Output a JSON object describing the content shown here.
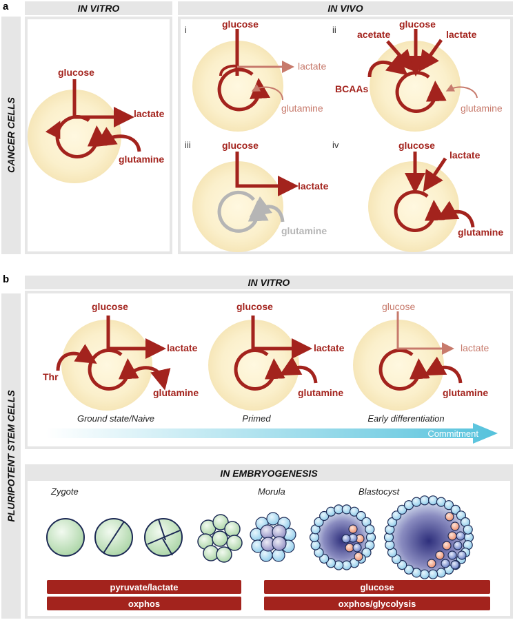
{
  "panel_a": {
    "letter": "a",
    "row_label": "CANCER CELLS",
    "in_vitro_header": "IN VITRO",
    "in_vivo_header": "IN VIVO",
    "in_vitro": {
      "glucose": "glucose",
      "lactate": "lactate",
      "glutamine": "glutamine"
    },
    "vivo_i": {
      "roman": "i",
      "glucose": "glucose",
      "lactate": "lactate",
      "glutamine": "glutamine"
    },
    "vivo_ii": {
      "roman": "ii",
      "acetate": "acetate",
      "glucose": "glucose",
      "lactate": "lactate",
      "bcaas": "BCAAs",
      "glutamine": "glutamine"
    },
    "vivo_iii": {
      "roman": "iii",
      "glucose": "glucose",
      "lactate": "lactate",
      "glutamine": "glutamine"
    },
    "vivo_iv": {
      "roman": "iv",
      "glucose": "glucose",
      "lactate": "lactate",
      "glutamine": "glutamine"
    }
  },
  "panel_b": {
    "letter": "b",
    "row_label": "PLURIPOTENT STEM CELLS",
    "in_vitro_header": "IN VITRO",
    "naive": {
      "glucose": "glucose",
      "lactate": "lactate",
      "thr": "Thr",
      "glutamine": "glutamine",
      "caption": "Ground state/Naive"
    },
    "primed": {
      "glucose": "glucose",
      "lactate": "lactate",
      "glutamine": "glutamine",
      "caption": "Primed"
    },
    "early": {
      "glucose": "glucose",
      "lactate": "lactate",
      "glutamine": "glutamine",
      "caption": "Early differentiation"
    },
    "commitment": "Commitment",
    "embryo_header": "IN EMBRYOGENESIS",
    "stages": {
      "zygote": "Zygote",
      "morula": "Morula",
      "blastocyst": "Blastocyst"
    },
    "bars": {
      "pyruvate_lactate": "pyruvate/lactate",
      "oxphos": "oxphos",
      "glucose": "glucose",
      "oxphos_glycolysis": "oxphos/glycolysis"
    }
  },
  "colors": {
    "red": "#a3231d",
    "faded_red": "#c77a6c",
    "gray": "#b5b5b5",
    "panel_bg": "#e6e6e6",
    "arrow_blue": "#5fc6dc"
  }
}
